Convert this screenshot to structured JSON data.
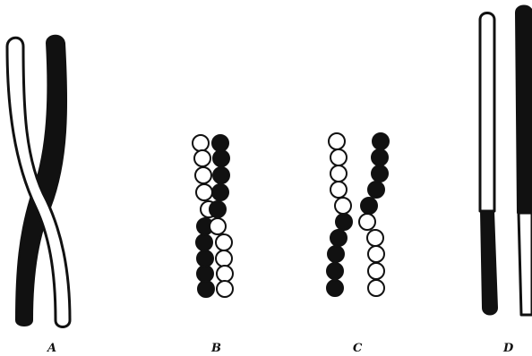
{
  "figure": {
    "colors": {
      "ink": "#111111",
      "paper": "#ffffff"
    },
    "panels": [
      {
        "key": "A",
        "label": "A",
        "description_type": "crossed-chromatid-strands"
      },
      {
        "key": "B",
        "label": "B",
        "description_type": "bead-strands-crossing-over"
      },
      {
        "key": "C",
        "label": "C",
        "description_type": "bead-strands-exchanged"
      },
      {
        "key": "D",
        "label": "D",
        "description_type": "recombinant-chromatids"
      }
    ]
  }
}
